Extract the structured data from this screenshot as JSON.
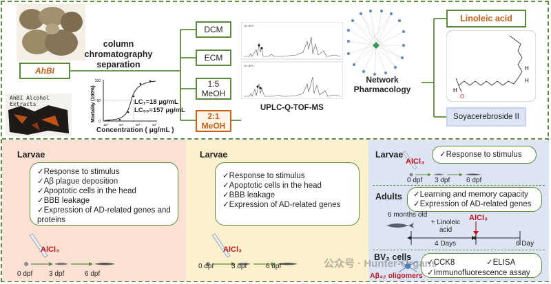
{
  "top": {
    "extract_label": "AhBI",
    "photo_label": "AhBI Alcohol Extracts",
    "separation_label": "column chromatography separation",
    "fractions": [
      "DCM",
      "ECM",
      "1:5 MeOH",
      "2:1 MeOH"
    ],
    "dose_curve": {
      "xlabel": "Concentration ( μg/mL )",
      "ylabel": "Mortality (100%)",
      "lc1": "LC₁=18 μg/mL",
      "lc50": "LC₅₀=157 μg/mL",
      "y_ticks": [
        "0",
        "50",
        "100"
      ],
      "x_ticks": [
        "10⁰",
        "10¹",
        "10²",
        "10³"
      ]
    },
    "chromatogram_titles": [
      "UV BPC",
      "UV BPC"
    ],
    "method_label": "UPLC-Q-TOF-MS",
    "network_label": "Network Pharmacology",
    "compounds": [
      "Linoleic acid",
      "Soyacerebroside II"
    ],
    "structure_atoms": [
      "H",
      "O",
      "H",
      "H"
    ]
  },
  "panels": [
    {
      "title": "Larvae",
      "items": [
        "Response to stimulus",
        "Aβ plague deposition",
        "Apoptotic cells in the head",
        "BBB leakage",
        "Expression of AD-related genes and proteins"
      ],
      "treatment": "AlCl₃",
      "timeline": [
        "0 dpf",
        "3 dpf",
        "6 dpf"
      ]
    },
    {
      "title": "Larvae",
      "items": [
        "Response to stimulus",
        "Apoptotic cells in the head",
        "BBB leakage",
        "Expression of AD-related genes"
      ],
      "treatment": "AlCl₃",
      "timeline": [
        "0 dpf",
        "3 dpf",
        "6 dpf"
      ]
    }
  ],
  "right": {
    "larvae": {
      "title": "Larvae",
      "items": [
        "Response to stimulus"
      ],
      "treatment": "AlCl₃",
      "timeline": [
        "0 dpf",
        "3 dpf",
        "6 dpf"
      ]
    },
    "adults": {
      "title": "Adults",
      "items": [
        "Learning and memory capacity",
        "Expression of AD-related genes"
      ],
      "age": "6 months old",
      "treatment1": "+ Linoleic acid",
      "treatment2": "AlCl₃",
      "days": [
        "4 Days",
        "6 Day"
      ]
    },
    "bv2": {
      "title": "BV₂ cells",
      "items": [
        "CCK8",
        "ELISA",
        "Immunofluorescence assay"
      ],
      "inducer": "Aβ₄₂ oligomers"
    }
  },
  "watermark": "公众号 · Hunter-Organs",
  "colors": {
    "border_green": "#5b8a3a",
    "panel_left": "#fbe1d3",
    "panel_mid": "#fdf0cc",
    "panel_right": "#dde5f5",
    "accent_orange": "#c8601a",
    "accent_red": "#c0141c"
  }
}
